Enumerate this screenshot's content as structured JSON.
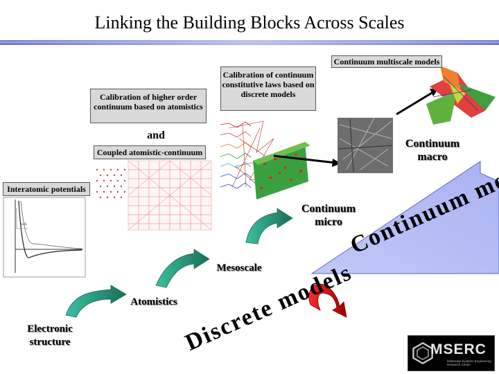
{
  "title": "Linking the Building Blocks Across Scales",
  "boxes": {
    "continuum_multiscale": "Continuum multiscale models",
    "calibration_constitutive": "Calibration of continuum constitutive laws based on discrete models",
    "calibration_higher_order": "Calibration of higher order continuum based on atomistics",
    "coupled": "Coupled atomistic-continuum",
    "interatomic": "Interatomic potentials"
  },
  "labels": {
    "and": "and",
    "continuum_macro": "Continuum macro",
    "continuum_micro": "Continuum micro",
    "mesoscale": "Mesoscale",
    "atomistics": "Atomistics",
    "electronic_structure": "Electronic structure"
  },
  "diagonal": {
    "continuum_models": "Continuum models",
    "discrete_models": "Discrete models"
  },
  "logo": {
    "name": "MSERC",
    "subtitle": "Multiscale Systems Engineering Research Center"
  },
  "colors": {
    "title_bar": "#8a8fd8",
    "wedge": "#b8bff5",
    "arrow_green": "#2a9a7a",
    "arrow_red": "#e02020"
  }
}
